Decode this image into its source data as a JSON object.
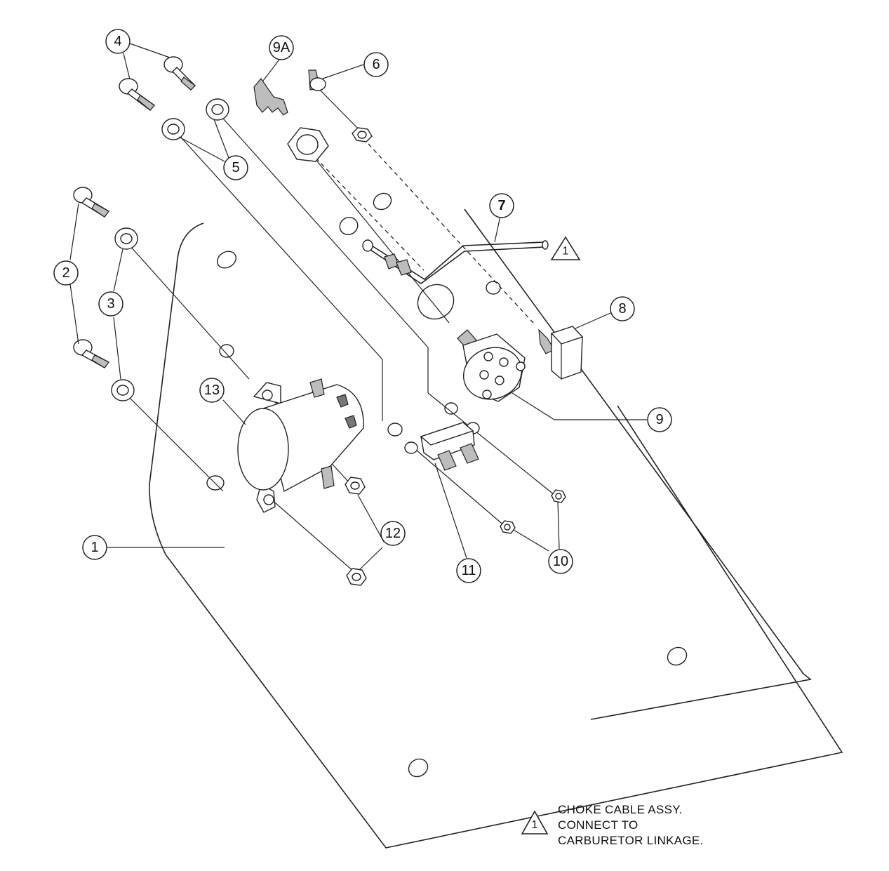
{
  "callouts": {
    "c1": "1",
    "c2": "2",
    "c3": "3",
    "c4": "4",
    "c5": "5",
    "c6": "6",
    "c7": "7",
    "c8": "8",
    "c9": "9",
    "c9a": "9A",
    "c10": "10",
    "c11": "11",
    "c12": "12",
    "c13": "13"
  },
  "warning_flag": {
    "number": "1"
  },
  "note": {
    "flag_number": "1",
    "line1": "CHOKE CABLE ASSY.",
    "line2": "CONNECT TO",
    "line3": "CARBURETOR LINKAGE."
  }
}
